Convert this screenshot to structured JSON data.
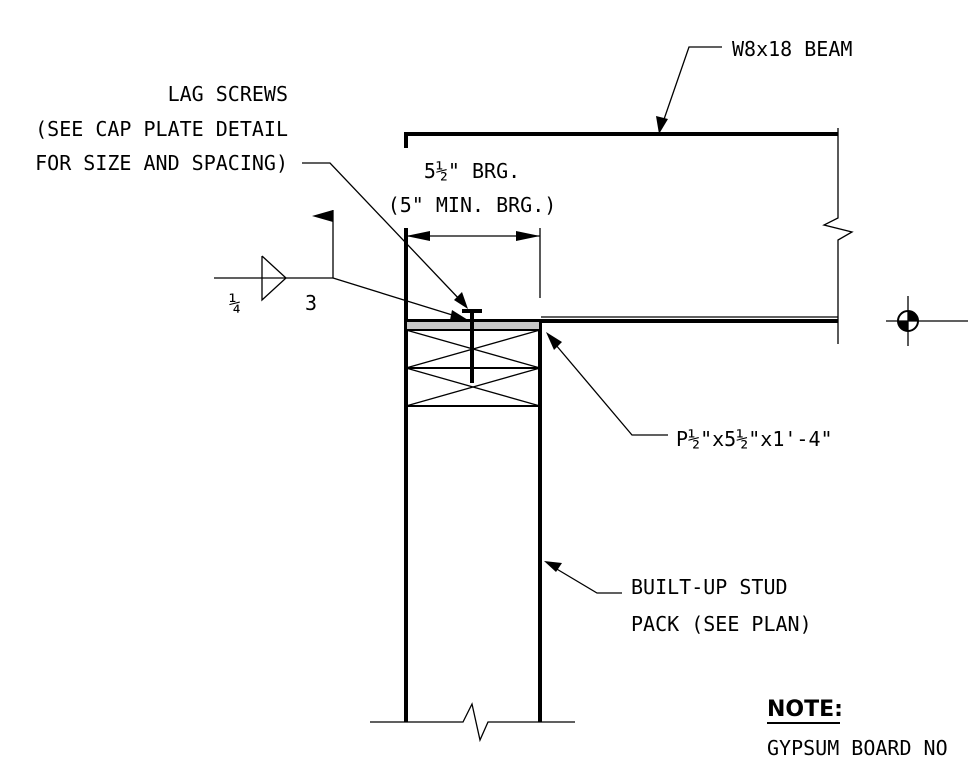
{
  "labels": {
    "beam": "W8x18 BEAM",
    "lag_line1": "LAG SCREWS",
    "lag_line2": "(SEE CAP PLATE DETAIL",
    "lag_line3": "FOR SIZE AND SPACING)",
    "brg_line1": "5½\" BRG.",
    "brg_line2": "(5\" MIN. BRG.)",
    "weld_size": "¼",
    "weld_length": "3",
    "plate": "P½\"x5½\"x1'-4\"",
    "stud_line1": "BUILT-UP STUD",
    "stud_line2": "PACK (SEE PLAN)",
    "note_heading": "NOTE:",
    "note_text": "GYPSUM BOARD NO"
  },
  "colors": {
    "line": "#000000",
    "plate_fill": "#c8c8c8",
    "background": "#ffffff"
  }
}
